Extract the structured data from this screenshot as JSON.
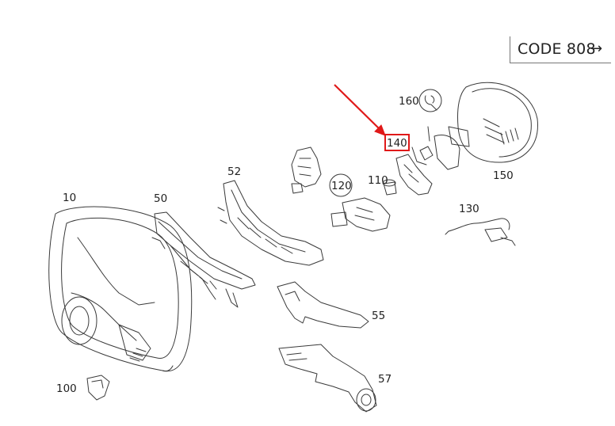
{
  "header": {
    "code_label": "CODE 808",
    "arrow_glyph": "→"
  },
  "callouts": {
    "p10": "10",
    "p50": "50",
    "p52": "52",
    "p55": "55",
    "p57": "57",
    "p100": "100",
    "p110": "110",
    "p120": "120",
    "p130": "130",
    "p140": "140",
    "p150": "150",
    "p160": "160"
  },
  "highlight": {
    "part": "140",
    "color": "#e01919"
  },
  "colors": {
    "line": "#3a3a3a",
    "accent": "#e01919"
  },
  "icons": {
    "wrench": "wrench-icon",
    "pointer": "red-arrow-icon"
  }
}
